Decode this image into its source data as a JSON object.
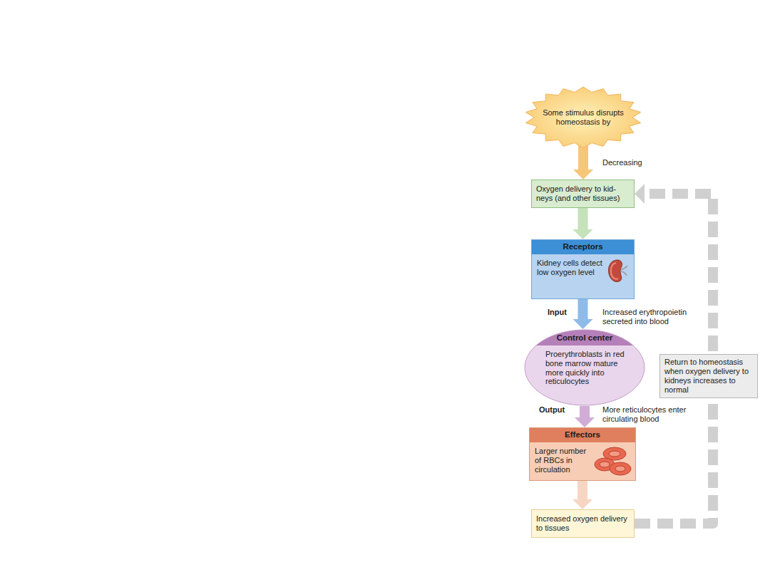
{
  "diagram": {
    "nodes": [
      {
        "text": [
          "Some stimulus disrupts homeostasis by"
        ]
      },
      {
        "text": [
          "Oxygen delivery to kid- neys (and other tissues)"
        ]
      },
      {
        "text": [
          "Receptors",
          "Kidney cells detect low oxygen level"
        ]
      },
      {
        "text": [
          "Control center",
          "Proerythroblasts in red bone marrow mature more quickly into reticulocytes"
        ]
      },
      {
        "text": [
          "Effectors",
          "Larger number of RBCs in circulation"
        ]
      },
      {
        "text": [
          "Increased oxygen delivery to tissues"
        ]
      },
      {
        "text": [
          "Return to homeostasis when oxygen delivery to kidneys increases to normal"
        ]
      }
    ],
    "edges": [
      {
        "from": 0,
        "to": 1,
        "label": "Decreasing",
        "arrow": "to"
      },
      {
        "from": 1,
        "to": 2,
        "arrow": "to"
      },
      {
        "from": 2,
        "to": 3,
        "label": "Increased erythropoietin secreted into blood",
        "arrow": "to"
      },
      {
        "from": 3,
        "to": 4,
        "label": "More reticulocytes enter circulating blood",
        "arrow": "to"
      },
      {
        "from": 4,
        "to": 5,
        "arrow": "to"
      },
      {
        "from": 5,
        "to": 1,
        "arrow": "to"
      }
    ],
    "labels": [
      "Input",
      "Output"
    ]
  }
}
